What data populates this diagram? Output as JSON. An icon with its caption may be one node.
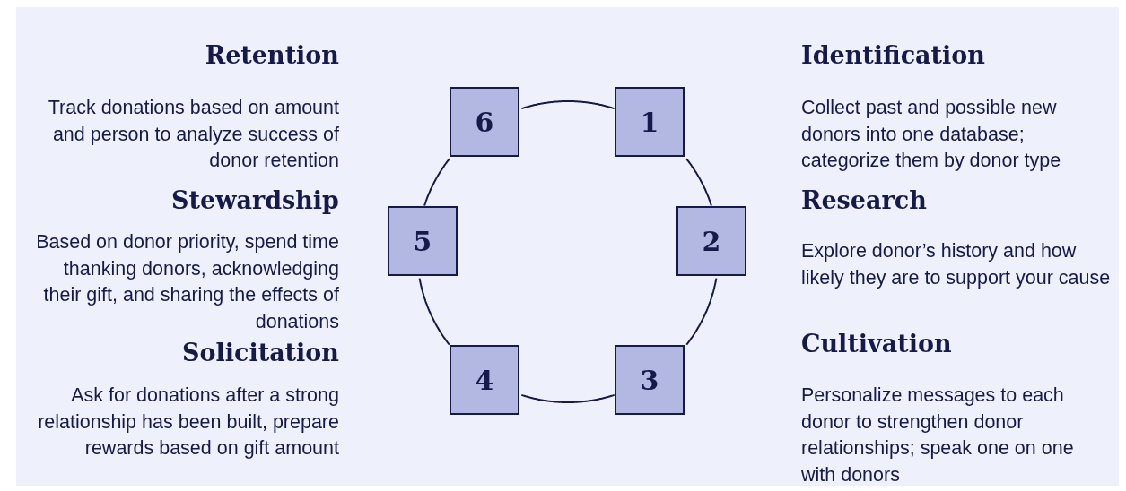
{
  "diagram": {
    "nodes": [
      {
        "text": [
          "1"
        ]
      },
      {
        "text": [
          "2"
        ]
      },
      {
        "text": [
          "3"
        ]
      },
      {
        "text": [
          "4"
        ]
      },
      {
        "text": [
          "5"
        ]
      },
      {
        "text": [
          "6"
        ]
      }
    ],
    "edges": [
      {
        "from": 0,
        "to": 1,
        "arrow": "none"
      },
      {
        "from": 1,
        "to": 2,
        "arrow": "none"
      },
      {
        "from": 2,
        "to": 3,
        "arrow": "none"
      },
      {
        "from": 3,
        "to": 4,
        "arrow": "none"
      },
      {
        "from": 4,
        "to": 5,
        "arrow": "none"
      },
      {
        "from": 5,
        "to": 0,
        "arrow": "none"
      }
    ],
    "labels": [
      "Retention",
      "Identification",
      "Track donations based on amount and person to analyze success of donor retention",
      "Collect past and possible new donors into one database; categorize them by donor type",
      "Stewardship",
      "Research",
      "Based on donor priority, spend time thanking donors, acknowledging their gift, and sharing the effects of donations",
      "Explore donor’s history and how likely they are to support your cause",
      "Solicitation",
      "Cultivation",
      "Ask for donations after a strong relationship has been built, prepare rewards based on gift amount",
      "Personalize messages to each donor to strengthen donor relationships; speak one on one with donors"
    ]
  }
}
